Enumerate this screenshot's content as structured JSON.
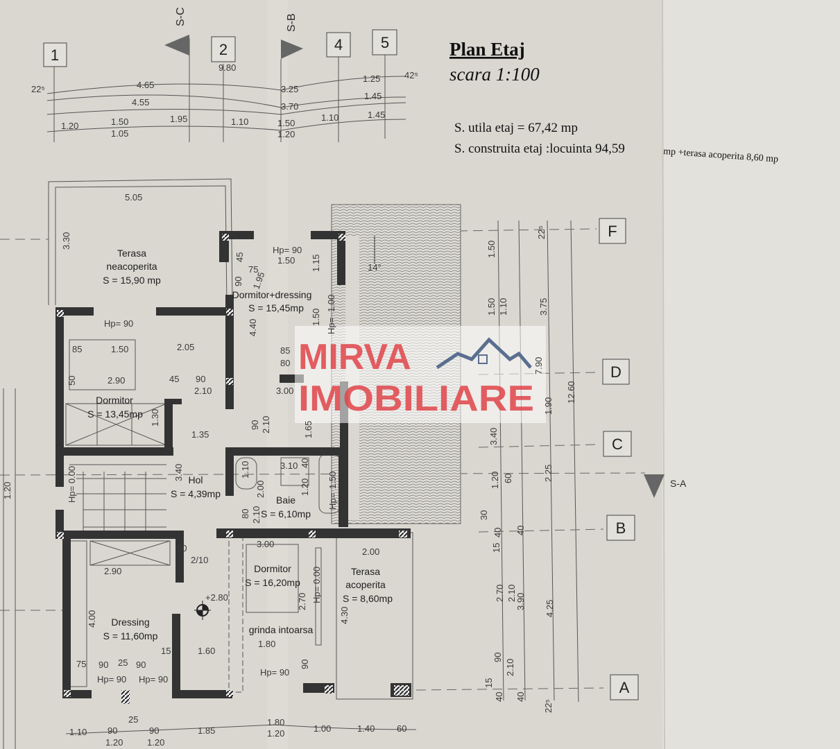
{
  "title": {
    "heading": "Plan Etaj",
    "scale": "scara 1:100",
    "usable_area": "S. utila etaj = 67,42  mp",
    "built_area": "S. construita etaj :locuinta 94,59",
    "built_area_tail": "mp +terasa acoperita 8,60 mp"
  },
  "grid_axes": {
    "columns": [
      "1",
      "2",
      "4",
      "5"
    ],
    "rows": [
      "F",
      "D",
      "C",
      "B",
      "A"
    ]
  },
  "sections": [
    "S-C",
    "S-B",
    "S-A"
  ],
  "rooms": [
    {
      "name": "Terasa",
      "name2": "neacoperita",
      "area": "S = 15,90 mp"
    },
    {
      "name": "Dormitor+dressing",
      "area": "S = 15,45mp"
    },
    {
      "name": "Dormitor",
      "area": "S = 13,45mp"
    },
    {
      "name": "Hol",
      "area": "S = 4,39mp"
    },
    {
      "name": "Baie",
      "area": "S = 6,10mp"
    },
    {
      "name": "Dormitor",
      "area": "S = 16,20mp"
    },
    {
      "name": "Terasa",
      "name2": "acoperita",
      "area": "S = 8,60mp"
    },
    {
      "name": "Dressing",
      "area": "S = 11,60mp"
    }
  ],
  "annotations": {
    "beam": "grinda intoarsa",
    "level": "+2.80",
    "roof_slope": "14°"
  },
  "dimensions": {
    "top": [
      "9.80",
      "4.65",
      "3.25",
      "1.25",
      "42⁵",
      "22⁵",
      "4.55",
      "3.70",
      "1.45",
      "1.20",
      "1.50",
      "1.05",
      "1.95",
      "1.10",
      "1.50",
      "1.20",
      "1.10",
      "1.45"
    ],
    "bottom": [
      "1.10",
      "90",
      "1.20",
      "90",
      "1.20",
      "1.85",
      "1.80",
      "1.20",
      "1.00",
      "1.40",
      "60",
      "25"
    ],
    "right": [
      "1.50",
      "1.50",
      "1.10",
      "3.75",
      "22⁵",
      "7.90",
      "3.40",
      "1.90",
      "12.60",
      "1.20",
      "60",
      "2.25",
      "30",
      "40",
      "40",
      "15",
      "2.70",
      "2.10",
      "3.90",
      "4.25",
      "90",
      "2.10",
      "15",
      "40",
      "40",
      "22⁵"
    ],
    "interior": [
      "5.05",
      "3.30",
      "Hp=  90",
      "85",
      "1.50",
      "2.05",
      "50",
      "2.90",
      "45",
      "90",
      "2.10",
      "1.30",
      "1.35",
      "3.40",
      "Hp=  90",
      "1.50",
      "45",
      "75",
      "90",
      "1.95",
      "1.15",
      "4.40",
      "1.50",
      "1.00",
      "Hp=",
      "80",
      "85",
      "3.00",
      "1.65",
      "90",
      "2.10",
      "3.10",
      "40",
      "1.10",
      "2.00",
      "1.20",
      "1.50",
      "Hp=",
      "80",
      "2.10",
      "Hp= 0.00",
      "3.00",
      "90",
      "2/10",
      "2.90",
      "2.00",
      "2.70",
      "Hp= 0.00",
      "4.30",
      "4.00",
      "15",
      "1.60",
      "1.80",
      "90",
      "75",
      "90",
      "25",
      "90",
      "Hp=  90",
      "Hp=  90",
      "Hp=  90",
      "1.20"
    ]
  },
  "watermark": {
    "line1": "MIRVA",
    "line2": "IMOBILIARE",
    "color": "#e0454a",
    "icon": "house-roof-icon",
    "icon_color": "#5a6f8f"
  },
  "colors": {
    "paper": "#d9d7d0",
    "paper_right": "#e3e1db",
    "walls": "#333333"
  }
}
